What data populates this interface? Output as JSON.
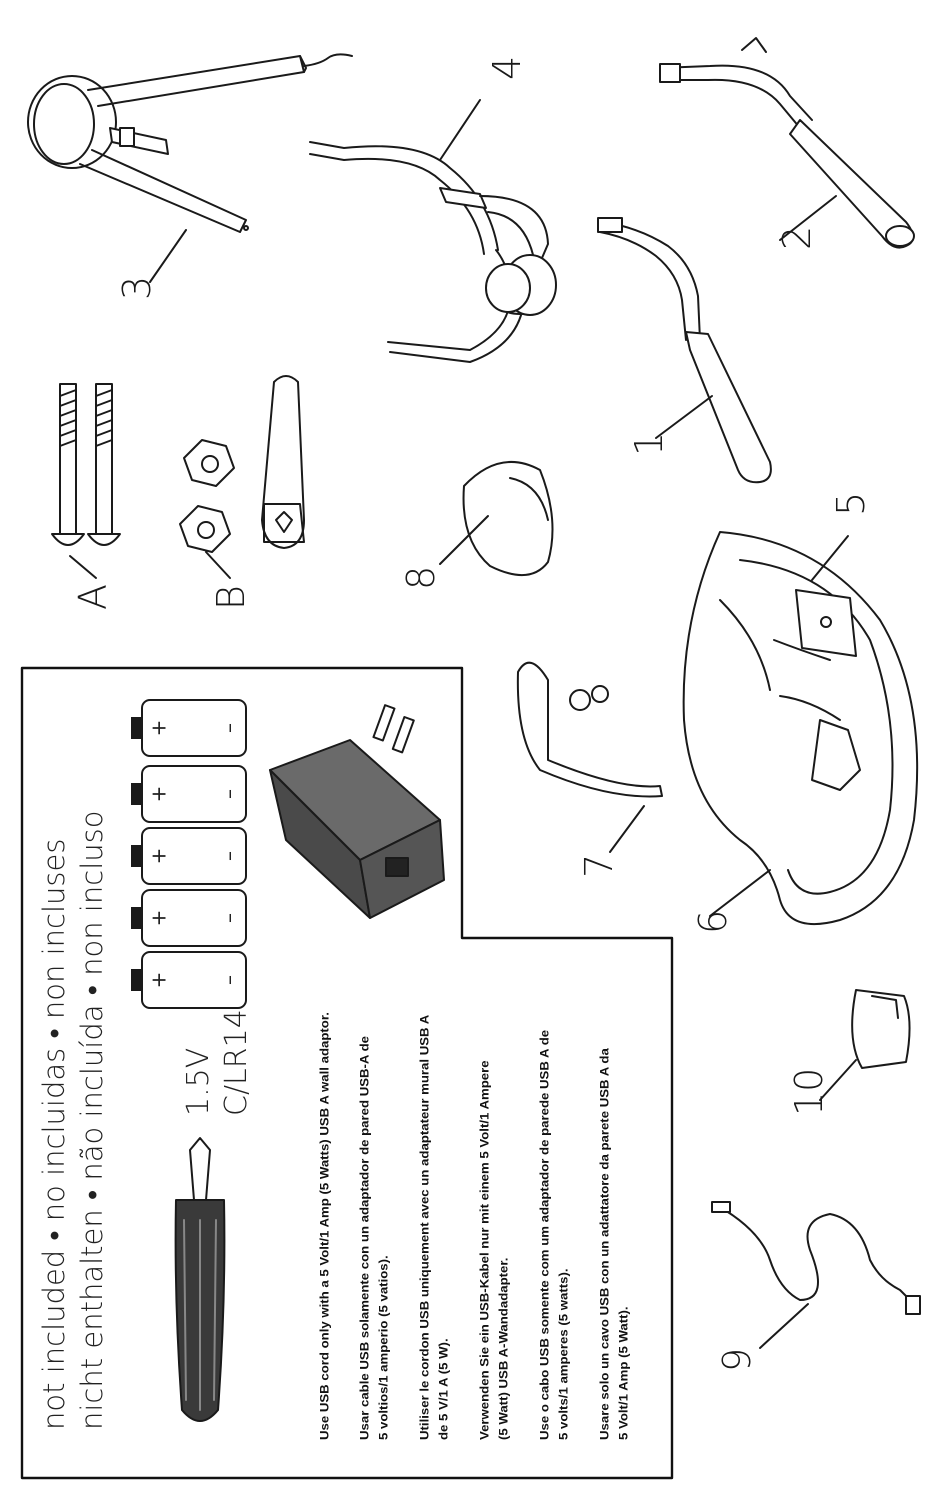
{
  "parts": {
    "p1": "1",
    "p2": "2",
    "p3": "3",
    "p4": "4",
    "p5": "5",
    "p6": "6",
    "p7": "7",
    "p8": "8",
    "p9": "9",
    "p10": "10",
    "pA": "A",
    "pB": "B"
  },
  "not_included": {
    "line1": "not included • no incluidas • non incluses",
    "line2": "nicht enthalten • não incluída • non incluso"
  },
  "battery": {
    "voltage": "1.5V",
    "type": "C/LR14",
    "plus": "+",
    "minus": "–"
  },
  "usb_notes": [
    [
      "Use USB cord only with a 5 Volt/1 Amp (5 Watts) USB A wall adaptor."
    ],
    [
      "Usar cable USB solamente con un adaptador de pared USB-A de",
      "5 voltios/1 amperio (5 vatios)."
    ],
    [
      "Utiliser le cordon USB uniquement avec un adaptateur mural USB A",
      "de 5 V/1 A (5 W)."
    ],
    [
      "Verwenden Sie ein USB-Kabel nur mit einem 5 Volt/1 Ampere",
      "(5 Watt) USB A-Wandadapter."
    ],
    [
      "Use o cabo USB somente com um adaptador de parede USB A de",
      "5 volts/1 amperes (5 watts)."
    ],
    [
      "Usare solo un cavo USB con un adattatore da parete USB A da",
      "5 Volt/1 Amp (5 Watt)."
    ]
  ],
  "icons": [
    "screwdriver-icon",
    "battery-icon",
    "wall-adapter-icon"
  ],
  "colors": {
    "ink": "#1a1a1a",
    "adapter": "#5a5a5a",
    "paper": "#ffffff"
  }
}
